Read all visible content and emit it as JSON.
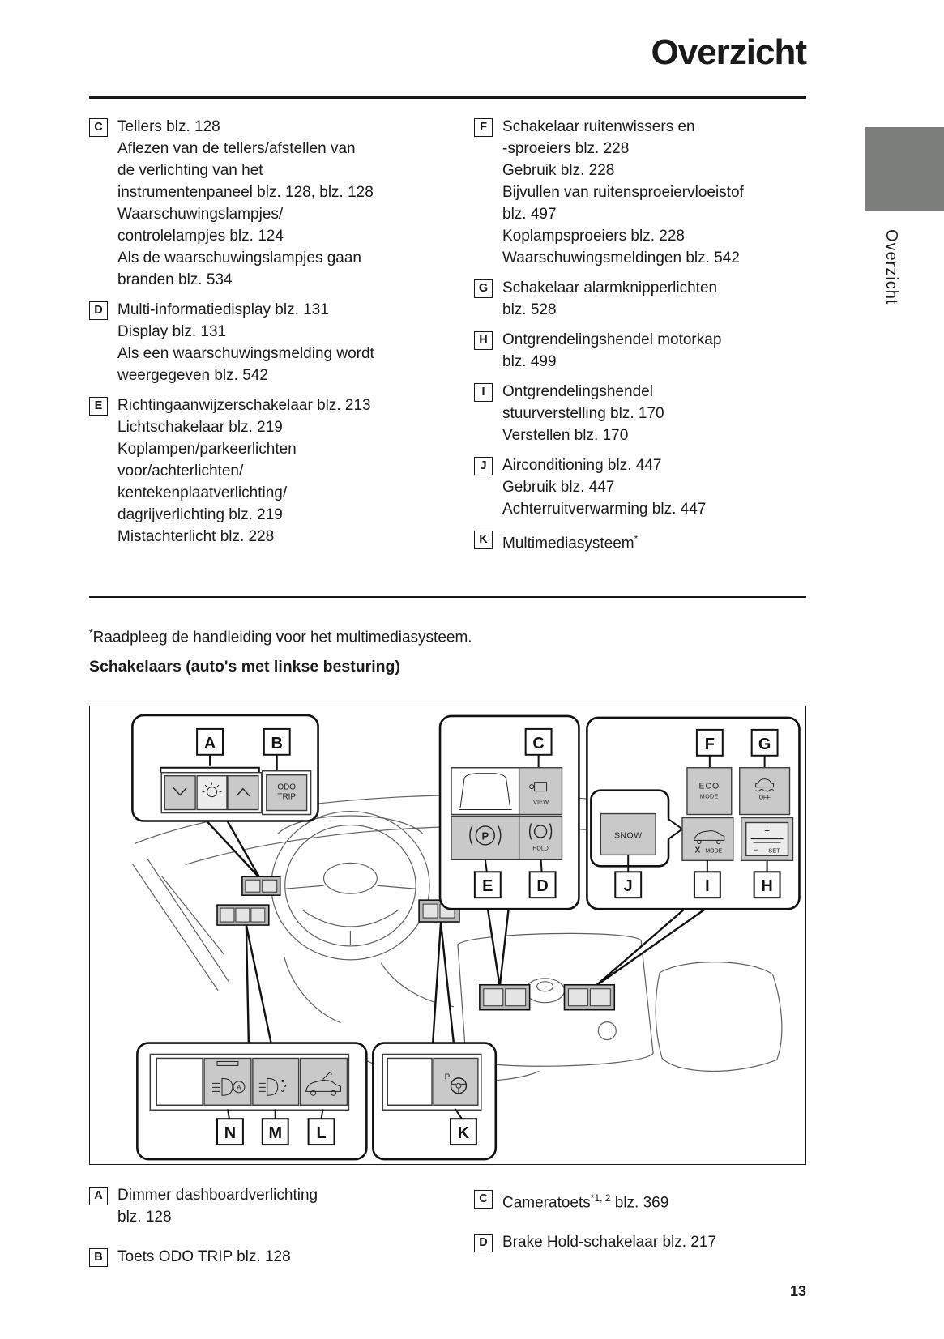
{
  "page": {
    "title": "Overzicht",
    "page_number": "13",
    "sidebar_label": "Overzicht",
    "footnote_marker": "*",
    "footnote_text": "Raadpleeg de handleiding voor het multimediasysteem.",
    "section_heading": "Schakelaars (auto's met linkse besturing)"
  },
  "legend_top": {
    "left": [
      {
        "letter": "C",
        "lines": [
          "Tellers blz. 128",
          "Aflezen van de tellers/afstellen van",
          "de verlichting van het",
          "instrumentenpaneel blz. 128, blz. 128",
          "Waarschuwingslampjes/",
          "controlelampjes blz. 124",
          "Als de waarschuwingslampjes gaan",
          "branden blz. 534"
        ]
      },
      {
        "letter": "D",
        "lines": [
          "Multi-informatiedisplay blz. 131",
          "Display blz. 131",
          "Als een waarschuwingsmelding wordt",
          "weergegeven blz. 542"
        ]
      },
      {
        "letter": "E",
        "lines": [
          "Richtingaanwijzerschakelaar blz. 213",
          "Lichtschakelaar blz. 219",
          "Koplampen/parkeerlichten",
          "voor/achterlichten/",
          "kentekenplaatverlichting/",
          "dagrijverlichting blz. 219",
          "Mistachterlicht blz. 228"
        ]
      }
    ],
    "right": [
      {
        "letter": "F",
        "lines": [
          "Schakelaar ruitenwissers en",
          "-sproeiers blz. 228",
          "Gebruik blz. 228",
          "Bijvullen van ruitensproeiervloeistof",
          "blz. 497",
          "Koplampsproeiers blz. 228",
          "Waarschuwingsmeldingen blz. 542"
        ]
      },
      {
        "letter": "G",
        "lines": [
          "Schakelaar alarmknipperlichten",
          "blz. 528"
        ]
      },
      {
        "letter": "H",
        "lines": [
          "Ontgrendelingshendel motorkap",
          "blz. 499"
        ]
      },
      {
        "letter": "I",
        "lines": [
          "Ontgrendelingshendel",
          "stuurverstelling blz. 170",
          "Verstellen blz. 170"
        ]
      },
      {
        "letter": "J",
        "lines": [
          "Airconditioning blz. 447",
          "Gebruik blz. 447",
          "Achterruitverwarming blz. 447"
        ]
      },
      {
        "letter": "K",
        "lines": [
          {
            "t": "Multimediasysteem",
            "sup": "*"
          }
        ]
      }
    ]
  },
  "legend_bottom": {
    "left": [
      {
        "letter": "A",
        "lines": [
          "Dimmer dashboardverlichting",
          "blz. 128"
        ]
      },
      {
        "letter": "B",
        "lines": [
          "Toets ODO TRIP blz. 128"
        ]
      }
    ],
    "right": [
      {
        "letter": "C",
        "lines": [
          {
            "t": "Cameratoets",
            "sup": "*1, 2",
            "after": " blz. 369"
          }
        ]
      },
      {
        "letter": "D",
        "lines": [
          "Brake Hold-schakelaar blz. 217"
        ]
      }
    ]
  },
  "diagram": {
    "letters": {
      "a": "A",
      "b": "B",
      "c": "C",
      "d": "D",
      "e": "E",
      "f": "F",
      "g": "G",
      "h": "H",
      "i": "I",
      "j": "J",
      "k": "K",
      "l": "L",
      "m": "M",
      "n": "N"
    },
    "buttons": {
      "odo_trip_line1": "ODO",
      "odo_trip_line2": "TRIP",
      "view": "VIEW",
      "hold": "HOLD",
      "parking_brake": "P",
      "eco_line1": "ECO",
      "eco_line2": "MODE",
      "off": "OFF",
      "snow": "SNOW",
      "xmode_x": "X",
      "xmode_mode": "MODE",
      "set_plus": "+",
      "set_minus": "−",
      "set_label": "SET",
      "park_assist": "P",
      "auto": "A"
    },
    "colors": {
      "button_gray": "#c9c9c9",
      "panel_gray": "#b9b9b9",
      "tab_gray": "#7b7e7b"
    }
  }
}
